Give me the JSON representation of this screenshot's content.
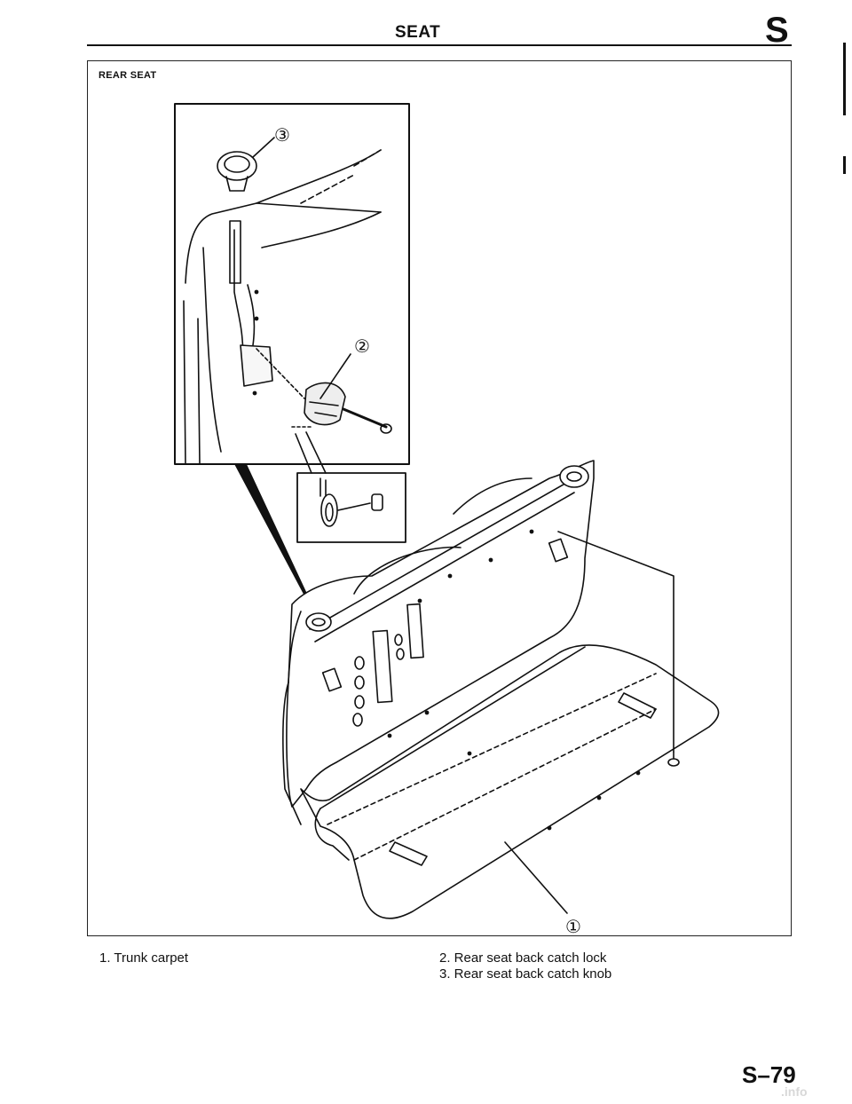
{
  "header": {
    "title": "SEAT",
    "section_letter": "S"
  },
  "figure": {
    "label": "REAR SEAT",
    "callouts": [
      "③",
      "②",
      "①"
    ]
  },
  "legend": {
    "col1": [
      "1. Trunk carpet"
    ],
    "col2": [
      "2. Rear seat back catch lock",
      "3. Rear seat back catch knob"
    ]
  },
  "footer": {
    "page_number": "S–79",
    "watermark": ".info"
  }
}
